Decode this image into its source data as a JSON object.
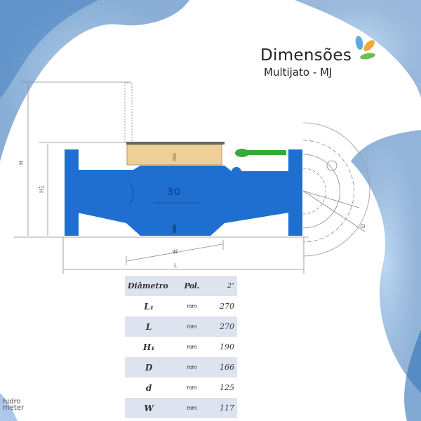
{
  "header": {
    "title": "Dimensões",
    "subtitle": "Multijato - MJ"
  },
  "diagram": {
    "labels": {
      "h": "H",
      "h1": "H1",
      "w": "W",
      "l": "L",
      "d": "D",
      "meter_number": "30"
    },
    "colors": {
      "body": "#1f6fd0",
      "register": "#efcf98",
      "rod": "#3aa83a"
    }
  },
  "table": {
    "header": [
      "Diâmetro",
      "Pol.",
      "2\""
    ],
    "rows": [
      {
        "label": "L₁",
        "unit": "mm",
        "value": "270"
      },
      {
        "label": "L",
        "unit": "mm",
        "value": "270"
      },
      {
        "label": "H₁",
        "unit": "mm",
        "value": "190"
      },
      {
        "label": "D",
        "unit": "mm",
        "value": "166"
      },
      {
        "label": "d",
        "unit": "mm",
        "value": "125"
      },
      {
        "label": "W",
        "unit": "mm",
        "value": "117"
      }
    ]
  },
  "brand": {
    "line1": "hidro",
    "line2": "meter"
  }
}
